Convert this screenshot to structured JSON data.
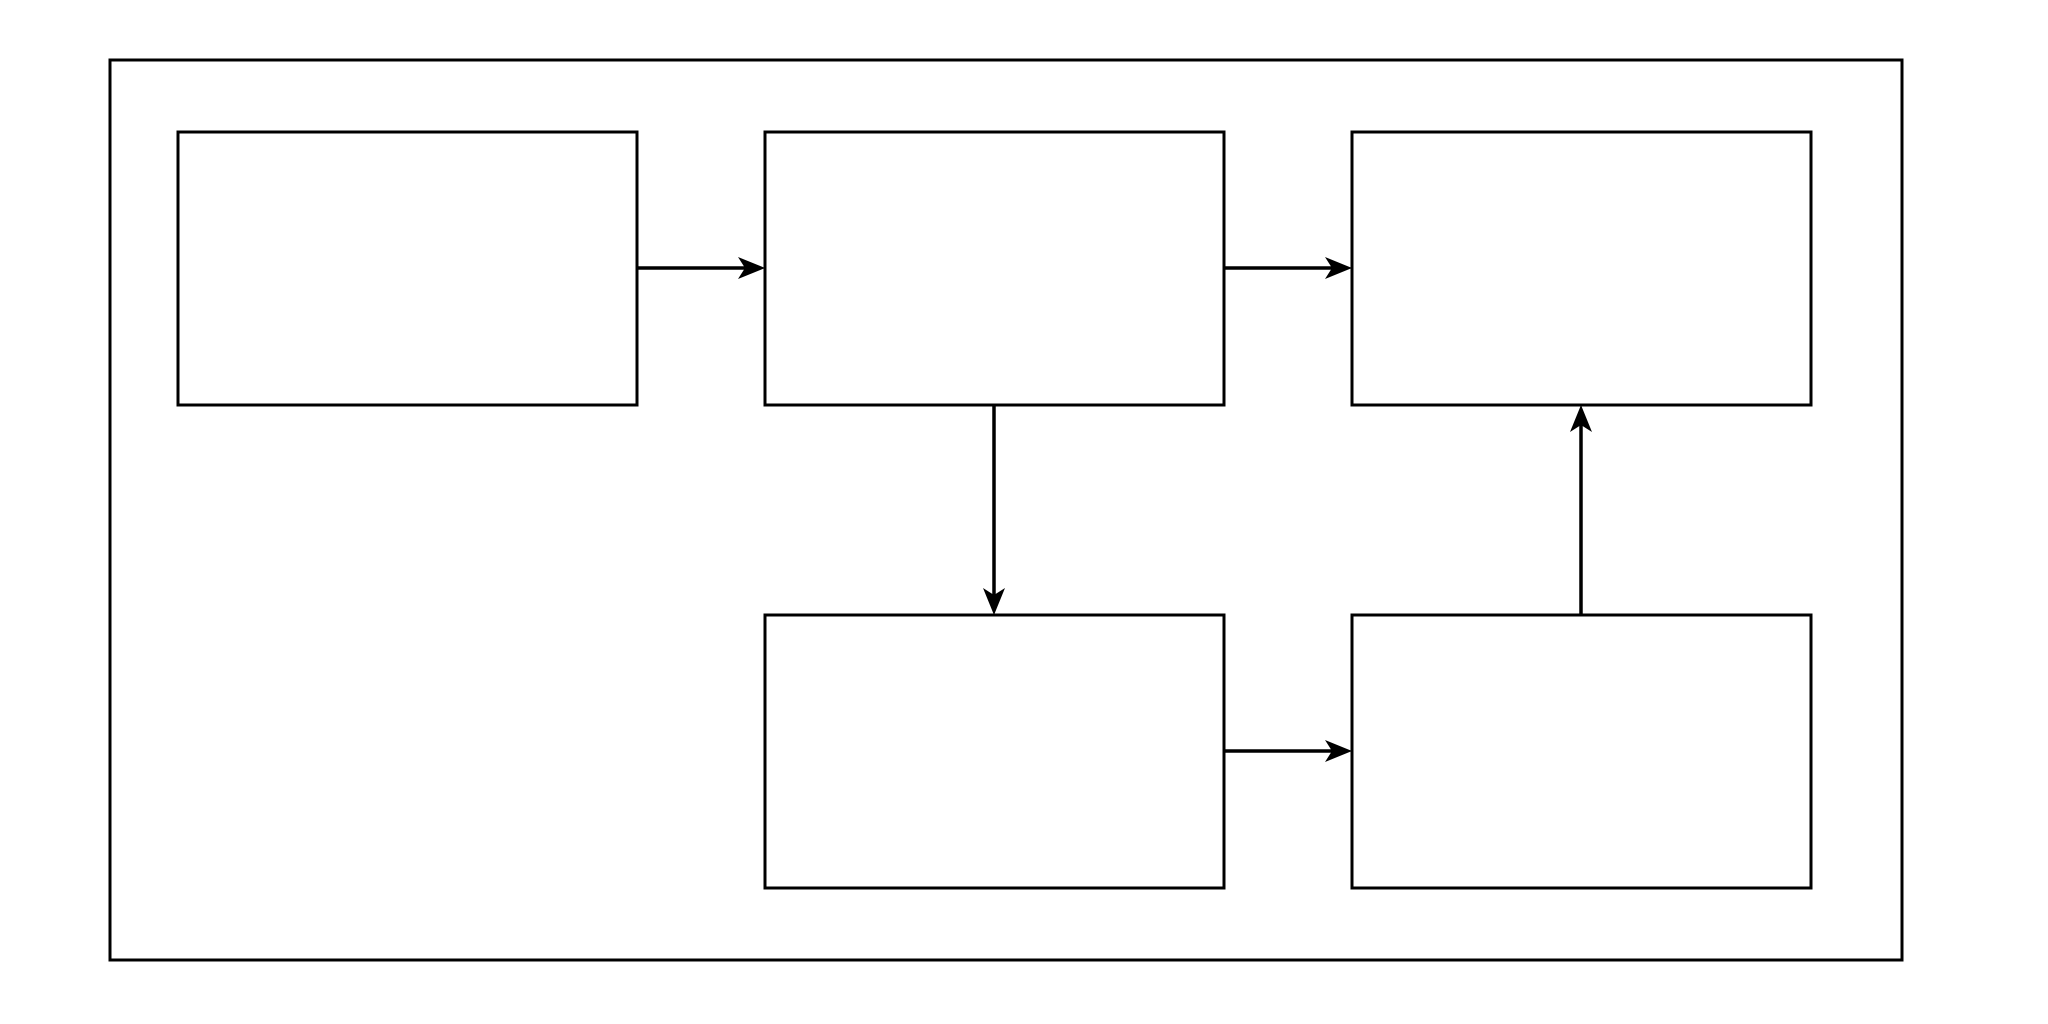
{
  "diagram": {
    "nodes": [
      {
        "id": "box-top-left",
        "label": ""
      },
      {
        "id": "box-top-middle",
        "label": ""
      },
      {
        "id": "box-top-right",
        "label": ""
      },
      {
        "id": "box-bottom-middle",
        "label": ""
      },
      {
        "id": "box-bottom-right",
        "label": ""
      }
    ],
    "edges": [
      {
        "from": "box-top-left",
        "to": "box-top-middle"
      },
      {
        "from": "box-top-middle",
        "to": "box-top-right"
      },
      {
        "from": "box-top-middle",
        "to": "box-bottom-middle"
      },
      {
        "from": "box-bottom-middle",
        "to": "box-bottom-right"
      },
      {
        "from": "box-bottom-right",
        "to": "box-top-right"
      }
    ],
    "colors": {
      "stroke": "#000000",
      "background": "#ffffff"
    }
  }
}
